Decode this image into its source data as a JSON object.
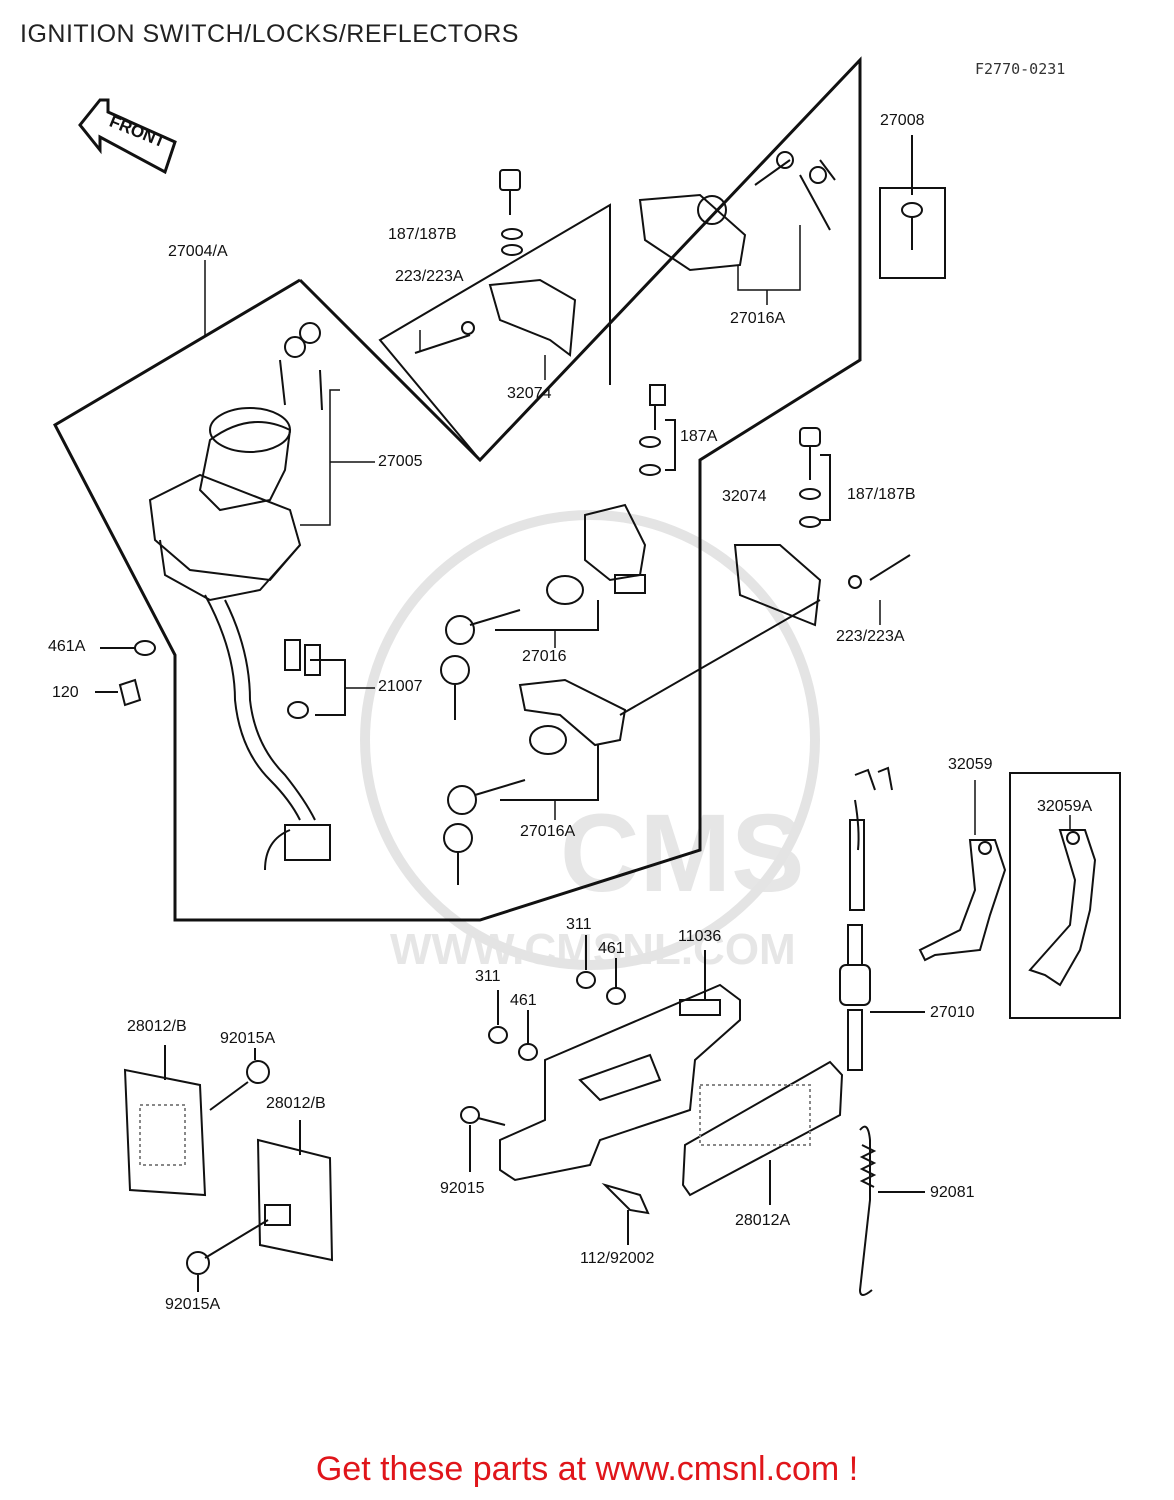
{
  "title": "IGNITION SWITCH/LOCKS/REFLECTORS",
  "diagram_code": "F2770-0231",
  "front_arrow": "FRONT",
  "watermark": {
    "brand": "CMS",
    "url": "WWW.CMSNL.COM"
  },
  "parts": {
    "p27008": "27008",
    "p187_187b_top": "187/187B",
    "p223_223a_top": "223/223A",
    "p27004a": "27004/A",
    "p27016a_top": "27016A",
    "p32074_top": "32074",
    "p187a": "187A",
    "p27005": "27005",
    "p32074_right": "32074",
    "p187_187b_right": "187/187B",
    "p461a": "461A",
    "p120": "120",
    "p21007": "21007",
    "p27016": "27016",
    "p223_223a_right": "223/223A",
    "p32059": "32059",
    "p32059a": "32059A",
    "p27016a_bottom": "27016A",
    "p311_a": "311",
    "p461_a": "461",
    "p11036": "11036",
    "p311_b": "311",
    "p461_b": "461",
    "p27010": "27010",
    "p28012b_left": "28012/B",
    "p92015a_top": "92015A",
    "p28012b_mid": "28012/B",
    "p92015": "92015",
    "p28012a": "28012A",
    "p92081": "92081",
    "p112_92002": "112/92002",
    "p92015a_bottom": "92015A"
  },
  "footer": "Get these parts at www.cmsnl.com !"
}
